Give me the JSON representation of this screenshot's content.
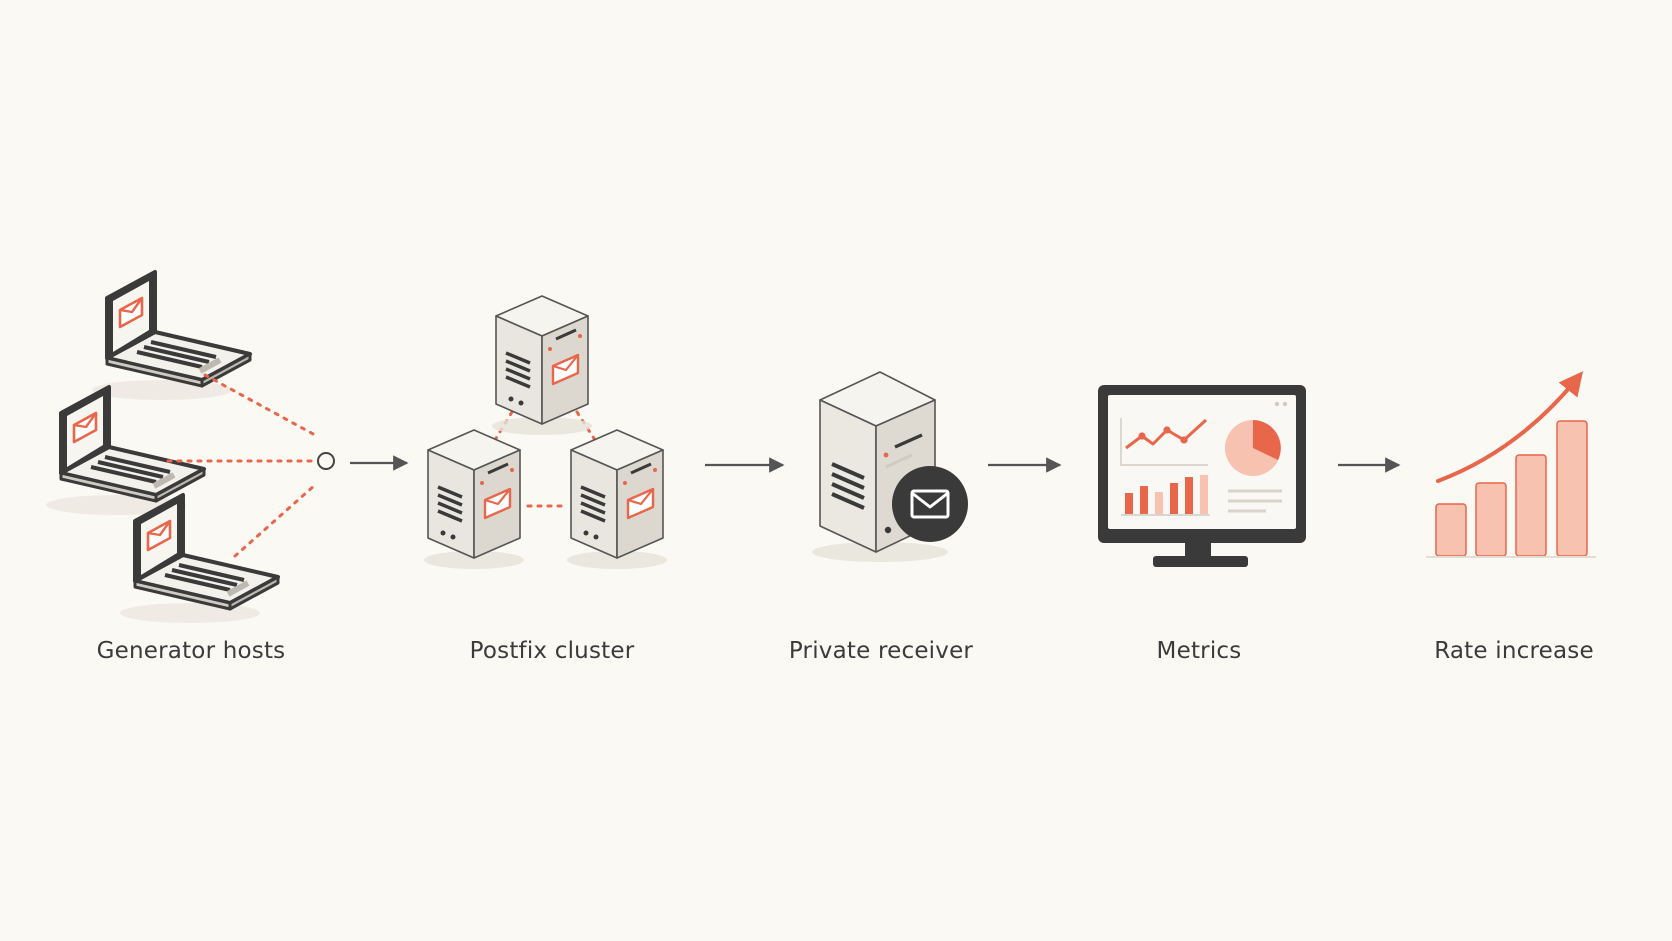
{
  "stages": [
    {
      "id": "generator",
      "label": "Generator hosts",
      "icon": "laptop-icon"
    },
    {
      "id": "postfix",
      "label": "Postfix cluster",
      "icon": "server-icon"
    },
    {
      "id": "receiver",
      "label": "Private receiver",
      "icon": "server-icon"
    },
    {
      "id": "metrics",
      "label": "Metrics",
      "icon": "monitor-icon"
    },
    {
      "id": "rate",
      "label": "Rate increase",
      "icon": "bar-chart-icon"
    }
  ],
  "colors": {
    "background": "#fbf9f4",
    "accent": "#e8664a",
    "accent_light": "#f8c2b1",
    "outline": "#3a3a3a",
    "label": "#3b3b3b"
  }
}
